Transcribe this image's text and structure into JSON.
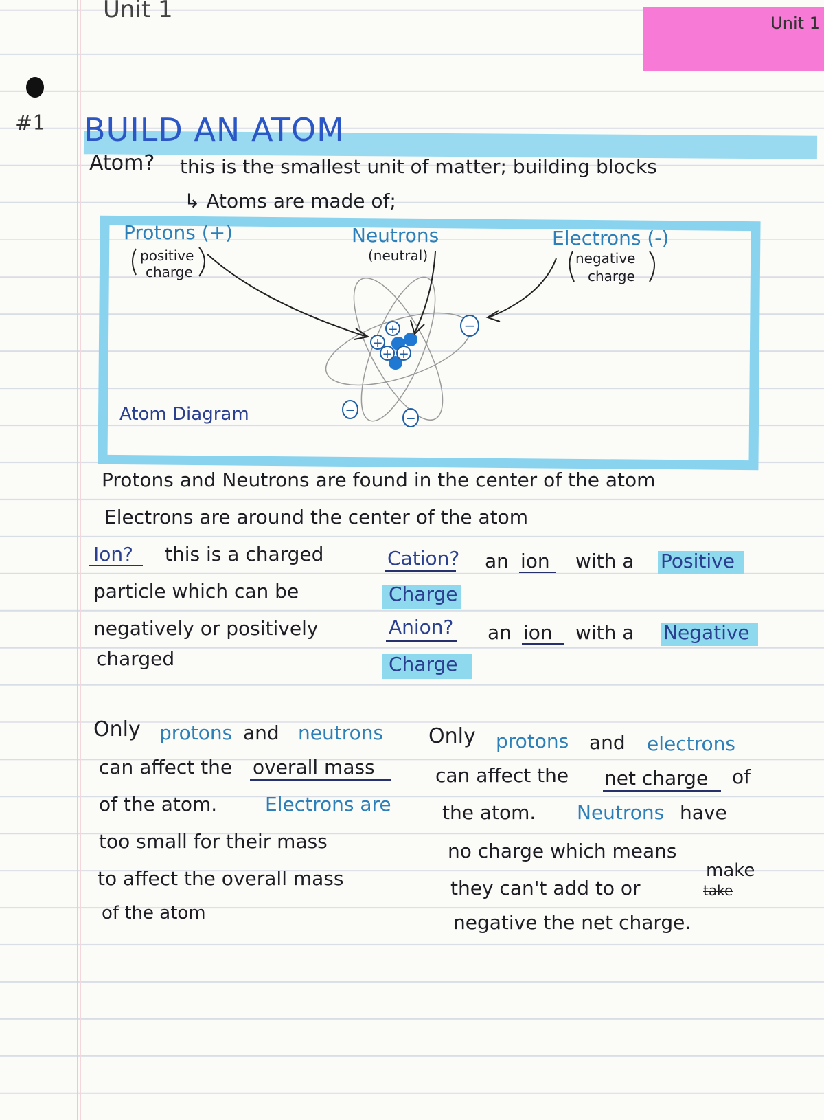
{
  "header": {
    "unit_left": "Unit 1",
    "unit_right": "Unit 1",
    "entry_number": "#1"
  },
  "title": "BUILD AN ATOM",
  "definitions": {
    "atom_term": "Atom?",
    "atom_def": "this is the smallest unit of matter; building blocks",
    "made_of": "↳ Atoms are made of;"
  },
  "diagram": {
    "protons_label": "Protons (+)",
    "protons_note_1": "positive",
    "protons_note_2": "charge",
    "neutrons_label": "Neutrons",
    "neutrons_note": "(neutral)",
    "electrons_label": "Electrons (-)",
    "electrons_note_1": "negative",
    "electrons_note_2": "charge",
    "caption": "Atom Diagram",
    "proton_symbol": "+",
    "electron_symbol": "−"
  },
  "facts": {
    "line1": "Protons and Neutrons are found in the center of the atom",
    "line2": "Electrons are around the center of the atom"
  },
  "ion": {
    "term": "Ion?",
    "def_1": "this is a charged",
    "def_2": "particle which can be",
    "def_3": "negatively or positively",
    "def_4": "charged"
  },
  "cation": {
    "term": "Cation?",
    "def_a": "an",
    "def_ion": "ion",
    "def_b": "with a",
    "hl_1": "Positive",
    "hl_2": "Charge"
  },
  "anion": {
    "term": "Anion?",
    "def_a": "an",
    "def_ion": "ion",
    "def_b": "with a",
    "hl_1": "Negative",
    "hl_2": "Charge"
  },
  "mass_note": {
    "l1_a": "Only",
    "l1_b": "protons",
    "l1_c": "and",
    "l1_d": "neutrons",
    "l2_a": "can affect the",
    "l2_b": "overall mass",
    "l3_a": "of the atom.",
    "l3_b": "Electrons are",
    "l4": "too small for their mass",
    "l5": "to affect the overall mass",
    "l6": "of the atom"
  },
  "charge_note": {
    "l1_a": "Only",
    "l1_b": "protons",
    "l1_c": "and",
    "l1_d": "electrons",
    "l2_a": "can affect the",
    "l2_b": "net charge",
    "l2_c": "of",
    "l3_a": "the atom.",
    "l3_b": "Neutrons",
    "l3_c": "have",
    "l4": "no charge which means",
    "l5_a": "they can't add to or",
    "l5_b": "take",
    "l5_c": "make",
    "l6": "negative the net charge."
  },
  "colors": {
    "highlight_blue": "#8fd6ee",
    "sticky_pink": "#f77ad6",
    "ink_blue": "#2c7fb8",
    "ink_title": "#2a56c6"
  }
}
